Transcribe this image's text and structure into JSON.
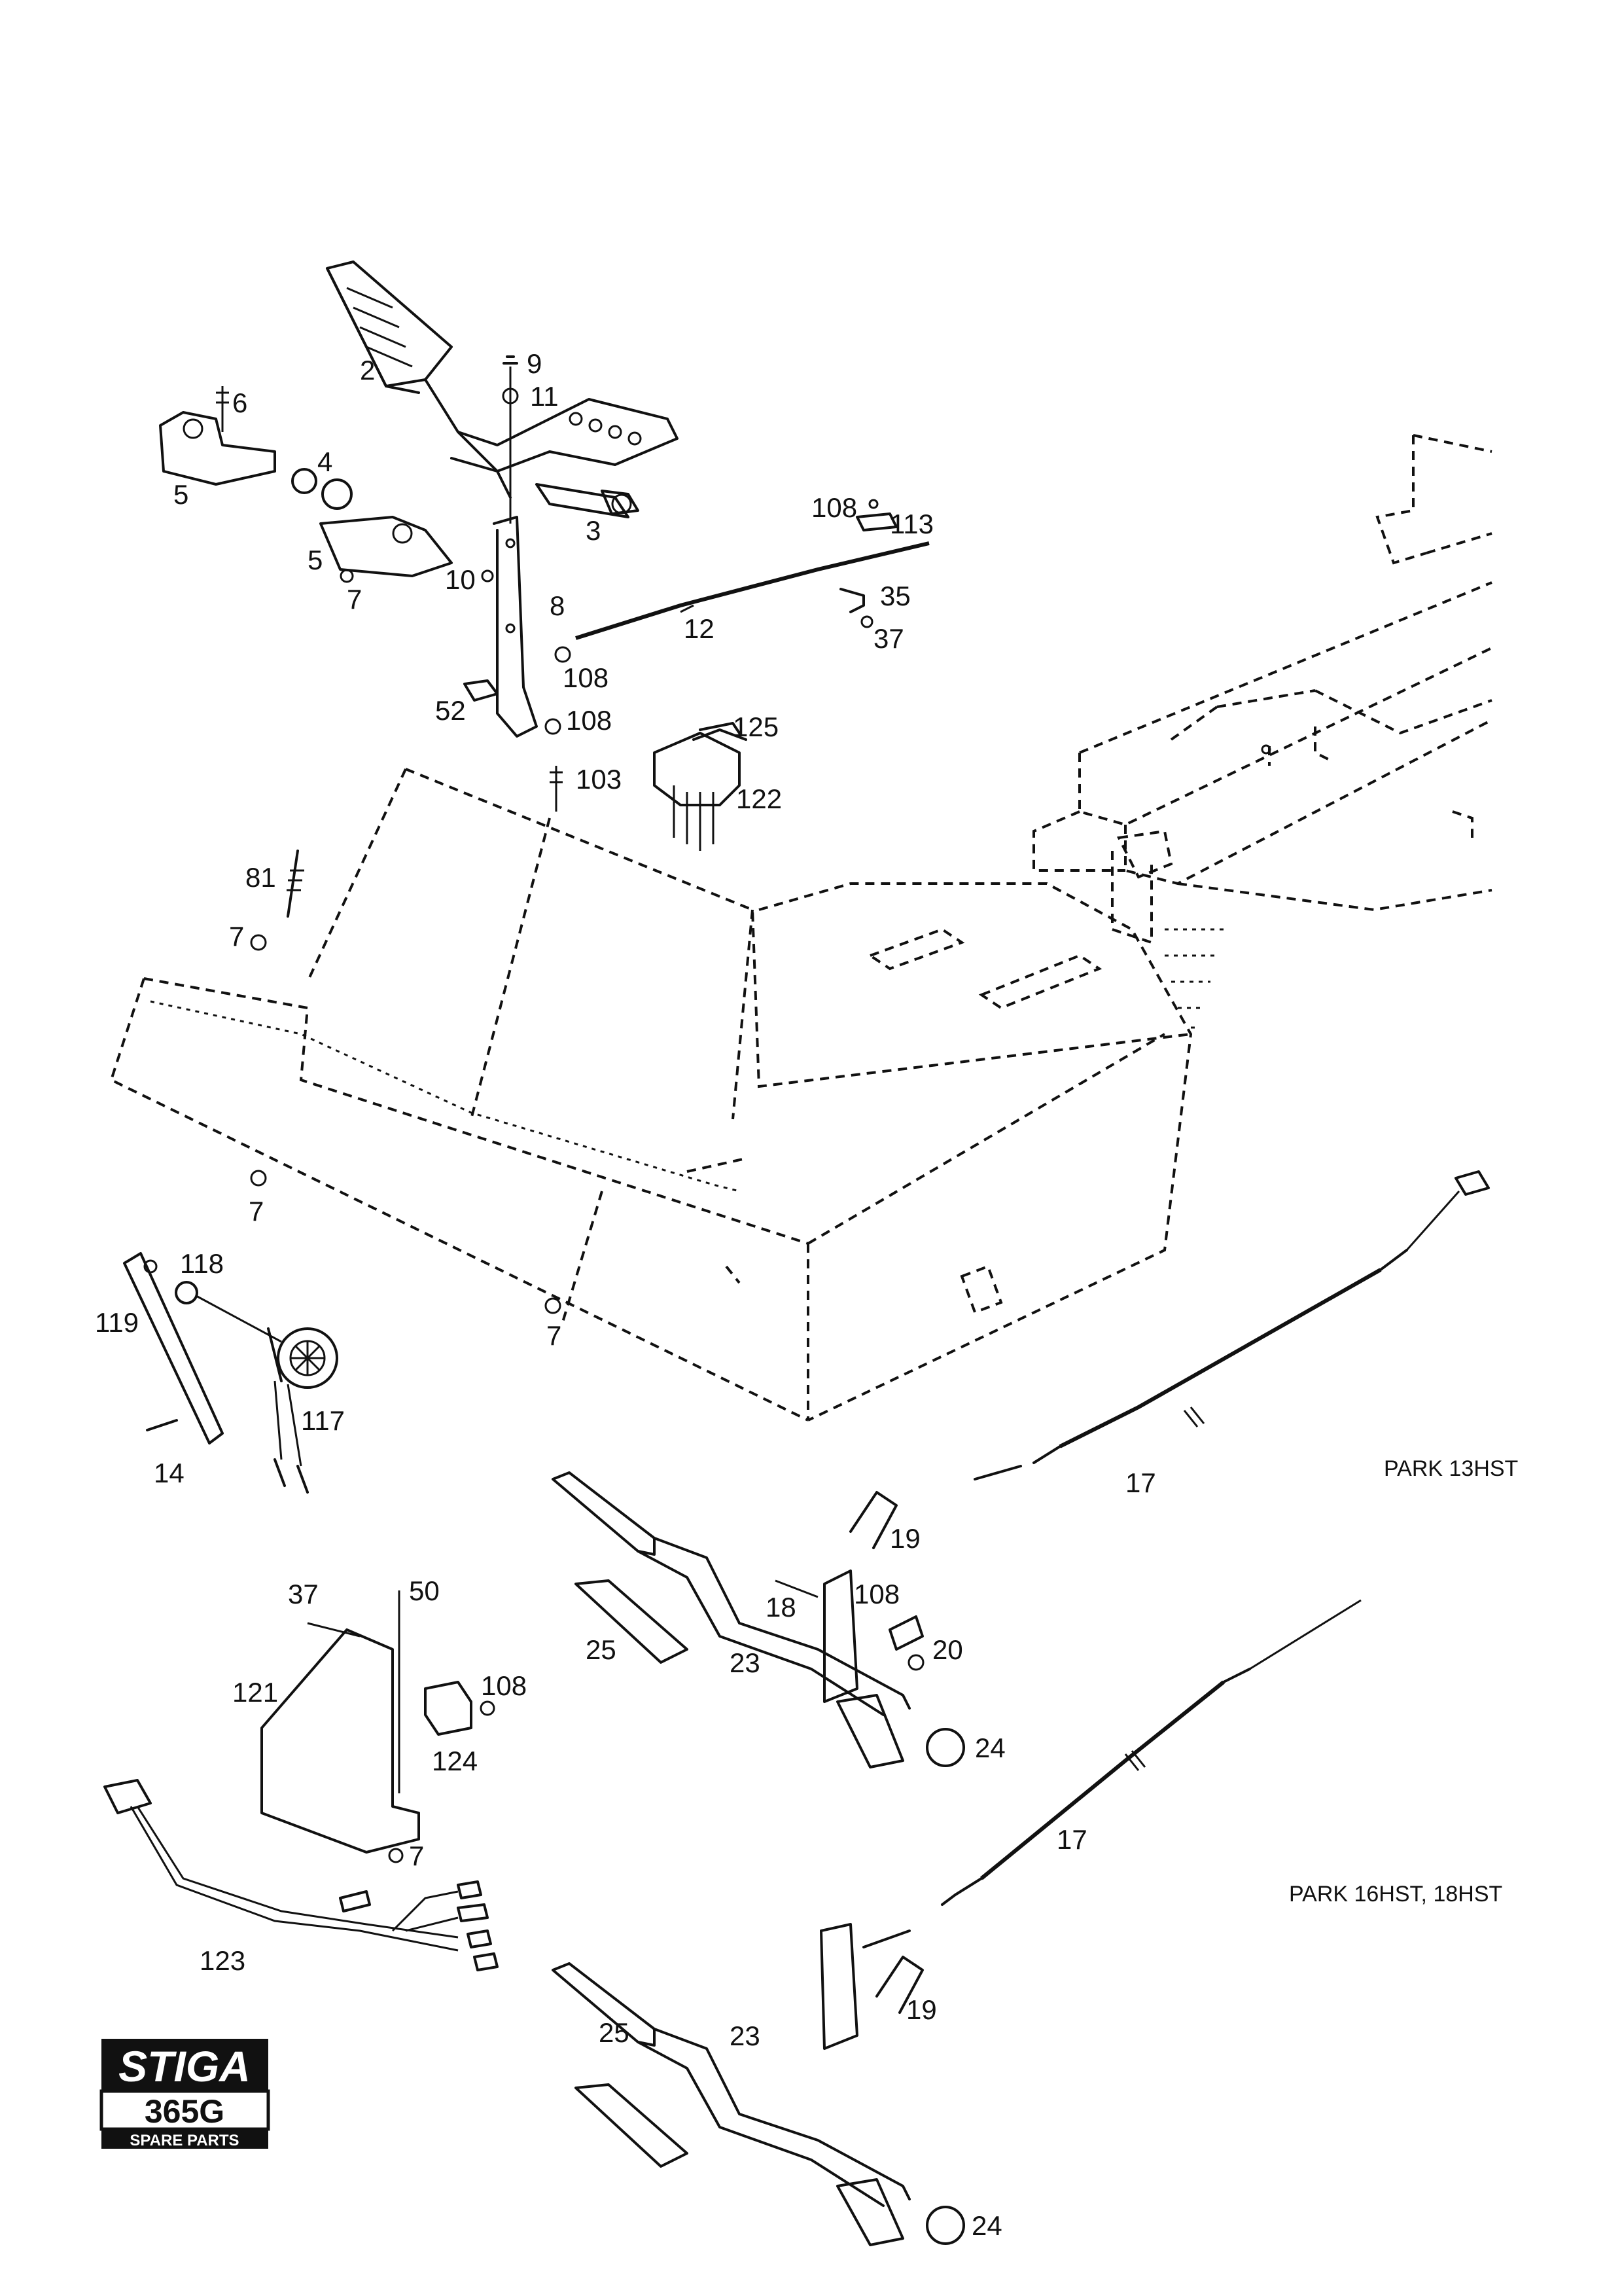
{
  "logo": {
    "brand": "STIGA",
    "model": "365G",
    "subtitle": "SPARE PARTS"
  },
  "captions": {
    "park13": "PARK 13HST",
    "park16": "PARK 16HST, 18HST"
  },
  "callouts": [
    {
      "id": "c2",
      "text": "2"
    },
    {
      "id": "c9",
      "text": "9"
    },
    {
      "id": "c11",
      "text": "11"
    },
    {
      "id": "c6",
      "text": "6"
    },
    {
      "id": "c5a",
      "text": "5"
    },
    {
      "id": "c4",
      "text": "4"
    },
    {
      "id": "c3",
      "text": "3"
    },
    {
      "id": "c5b",
      "text": "5"
    },
    {
      "id": "c7a",
      "text": "7"
    },
    {
      "id": "c10",
      "text": "10"
    },
    {
      "id": "c8",
      "text": "8"
    },
    {
      "id": "c108a",
      "text": "108"
    },
    {
      "id": "c113",
      "text": "113"
    },
    {
      "id": "c35",
      "text": "35"
    },
    {
      "id": "c37a",
      "text": "37"
    },
    {
      "id": "c12",
      "text": "12"
    },
    {
      "id": "c108b",
      "text": "108"
    },
    {
      "id": "c52",
      "text": "52"
    },
    {
      "id": "c108c",
      "text": "108"
    },
    {
      "id": "c125",
      "text": "125"
    },
    {
      "id": "c103",
      "text": "103"
    },
    {
      "id": "c122",
      "text": "122"
    },
    {
      "id": "c81",
      "text": "81"
    },
    {
      "id": "c7b",
      "text": "7"
    },
    {
      "id": "c7c",
      "text": "7"
    },
    {
      "id": "c118",
      "text": "118"
    },
    {
      "id": "c119",
      "text": "119"
    },
    {
      "id": "c7d",
      "text": "7"
    },
    {
      "id": "c117",
      "text": "117"
    },
    {
      "id": "c14",
      "text": "14"
    },
    {
      "id": "c17a",
      "text": "17"
    },
    {
      "id": "c19a",
      "text": "19"
    },
    {
      "id": "c18",
      "text": "18"
    },
    {
      "id": "c108d",
      "text": "108"
    },
    {
      "id": "c37b",
      "text": "37"
    },
    {
      "id": "c50",
      "text": "50"
    },
    {
      "id": "c25a",
      "text": "25"
    },
    {
      "id": "c23a",
      "text": "23"
    },
    {
      "id": "c20",
      "text": "20"
    },
    {
      "id": "c121",
      "text": "121"
    },
    {
      "id": "c108e",
      "text": "108"
    },
    {
      "id": "c124",
      "text": "124"
    },
    {
      "id": "c24a",
      "text": "24"
    },
    {
      "id": "c7e",
      "text": "7"
    },
    {
      "id": "c17b",
      "text": "17"
    },
    {
      "id": "c123",
      "text": "123"
    },
    {
      "id": "c19b",
      "text": "19"
    },
    {
      "id": "c25b",
      "text": "25"
    },
    {
      "id": "c23b",
      "text": "23"
    },
    {
      "id": "c24b",
      "text": "24"
    }
  ]
}
